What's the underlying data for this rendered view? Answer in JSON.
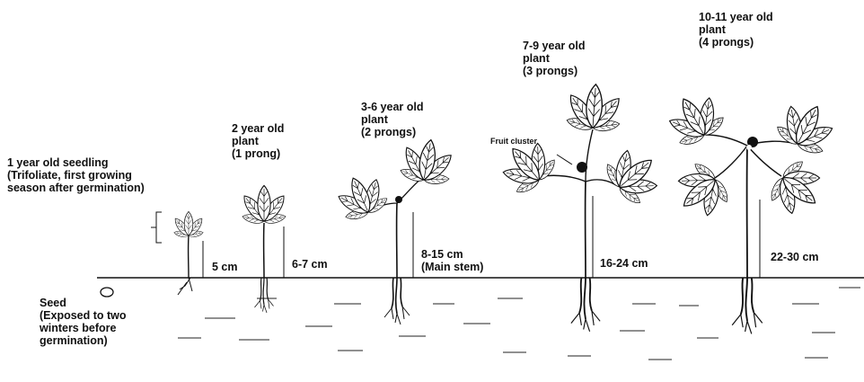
{
  "stages": [
    {
      "id": "seed",
      "label_lines": [
        "Seed",
        "(Exposed to two",
        "winters before",
        "germination)"
      ]
    },
    {
      "id": "year1",
      "label_lines": [
        "1 year old seedling",
        "(Trifoliate, first growing",
        "season after germination)"
      ],
      "height": "5 cm"
    },
    {
      "id": "year2",
      "label_lines": [
        "2 year old",
        "plant",
        "(1 prong)"
      ],
      "height": "6-7 cm"
    },
    {
      "id": "year3_6",
      "label_lines": [
        "3-6 year old",
        "plant",
        "(2 prongs)"
      ],
      "height_lines": [
        "8-15 cm",
        "(Main stem)"
      ]
    },
    {
      "id": "year7_9",
      "label_lines": [
        "7-9 year old",
        "plant",
        "(3 prongs)"
      ],
      "height": "16-24 cm",
      "annotation": "Fruit cluster"
    },
    {
      "id": "year10_11",
      "label_lines": [
        "10-11 year old",
        "plant",
        "(4 prongs)"
      ],
      "height": "22-30 cm"
    }
  ]
}
